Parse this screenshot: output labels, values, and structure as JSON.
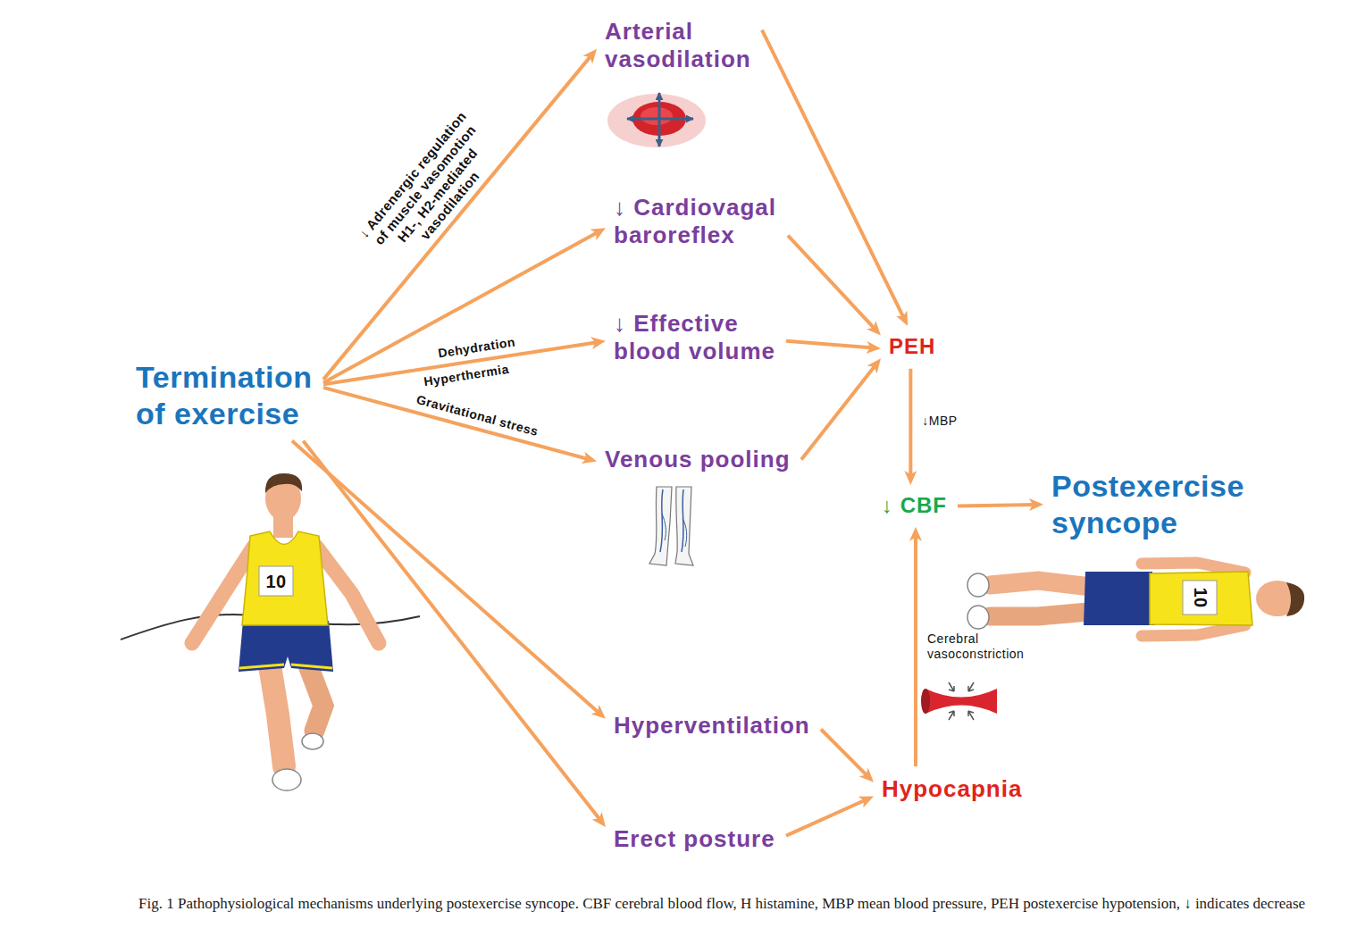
{
  "diagram": {
    "caption": "Fig. 1 Pathophysiological mechanisms underlying postexercise syncope. CBF cerebral blood flow, H histamine, MBP mean blood pressure, PEH postexercise hypotension, ↓ indicates decrease",
    "nodes": [
      {
        "text": [
          "Termination of exercise"
        ]
      },
      {
        "text": [
          "Arterial vasodilation"
        ]
      },
      {
        "text": [
          "↓ Cardiovagal baroreflex"
        ]
      },
      {
        "text": [
          "↓ Effective blood volume"
        ]
      },
      {
        "text": [
          "Venous pooling"
        ]
      },
      {
        "text": [
          "PEH"
        ]
      },
      {
        "text": [
          "↓ CBF"
        ]
      },
      {
        "text": [
          "Postexercise syncope"
        ]
      },
      {
        "text": [
          "Hyperventilation"
        ]
      },
      {
        "text": [
          "Erect posture"
        ]
      },
      {
        "text": [
          "Hypocapnia"
        ]
      }
    ],
    "edges": [
      {
        "from": 0,
        "to": 1,
        "arrow": "to",
        "label": "↓ Adrenergic regulation of muscle vasomotion H1-, H2-mediated vasodilation"
      },
      {
        "from": 0,
        "to": 2,
        "arrow": "to"
      },
      {
        "from": 0,
        "to": 3,
        "arrow": "to",
        "label": "Dehydration"
      },
      {
        "from": 0,
        "to": 4,
        "arrow": "to",
        "label": "Gravitational stress"
      },
      {
        "from": 0,
        "to": 8,
        "arrow": "to"
      },
      {
        "from": 0,
        "to": 9,
        "arrow": "to"
      },
      {
        "from": 1,
        "to": 5,
        "arrow": "to"
      },
      {
        "from": 2,
        "to": 5,
        "arrow": "to"
      },
      {
        "from": 3,
        "to": 5,
        "arrow": "to"
      },
      {
        "from": 4,
        "to": 5,
        "arrow": "to"
      },
      {
        "from": 5,
        "to": 6,
        "arrow": "to",
        "label": "↓MBP"
      },
      {
        "from": 6,
        "to": 7,
        "arrow": "to"
      },
      {
        "from": 8,
        "to": 10,
        "arrow": "to"
      },
      {
        "from": 9,
        "to": 10,
        "arrow": "to"
      },
      {
        "from": 10,
        "to": 6,
        "arrow": "to",
        "label": "Cerebral vasoconstriction"
      }
    ],
    "labels": [
      "Hyperthermia",
      "10",
      "10"
    ]
  }
}
